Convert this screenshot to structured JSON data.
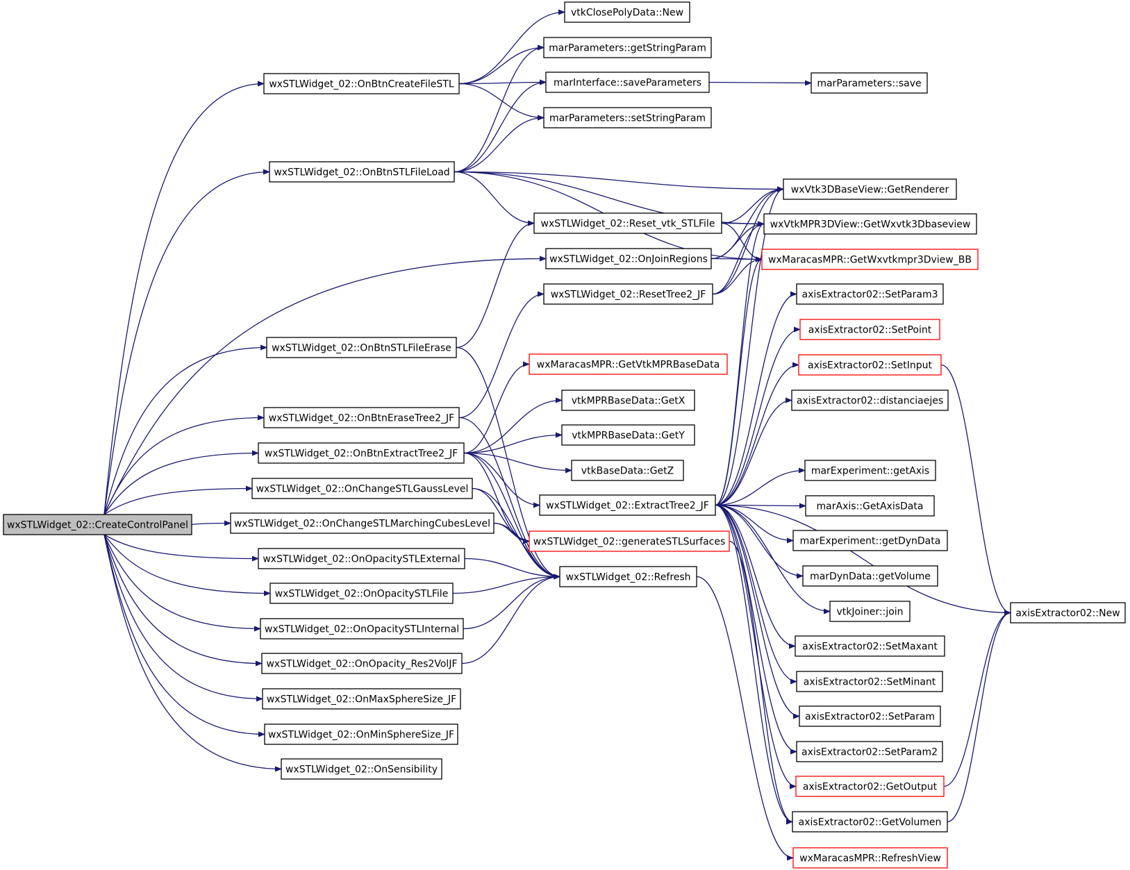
{
  "colors": {
    "edge": "#191970",
    "node_border": "#000000",
    "node_border_truncated": "#ff0000",
    "root_fill": "#bfbfbf",
    "node_fill": "#ffffff"
  },
  "nodes": [
    {
      "id": "root",
      "label": "wxSTLWidget_02::CreateControlPanel",
      "kind": "root"
    },
    {
      "id": "createFile",
      "label": "wxSTLWidget_02::OnBtnCreateFileSTL",
      "kind": "normal"
    },
    {
      "id": "fileLoad",
      "label": "wxSTLWidget_02::OnBtnSTLFileLoad",
      "kind": "normal"
    },
    {
      "id": "fileErase",
      "label": "wxSTLWidget_02::OnBtnSTLFileErase",
      "kind": "normal"
    },
    {
      "id": "eraseTree",
      "label": "wxSTLWidget_02::OnBtnEraseTree2_JF",
      "kind": "normal"
    },
    {
      "id": "extractBtn",
      "label": "wxSTLWidget_02::OnBtnExtractTree2_JF",
      "kind": "normal"
    },
    {
      "id": "gaussLevel",
      "label": "wxSTLWidget_02::OnChangeSTLGaussLevel",
      "kind": "normal"
    },
    {
      "id": "marchingLevel",
      "label": "wxSTLWidget_02::OnChangeSTLMarchingCubesLevel",
      "kind": "normal"
    },
    {
      "id": "opExternal",
      "label": "wxSTLWidget_02::OnOpacitySTLExternal",
      "kind": "normal"
    },
    {
      "id": "opFile",
      "label": "wxSTLWidget_02::OnOpacitySTLFile",
      "kind": "normal"
    },
    {
      "id": "opInternal",
      "label": "wxSTLWidget_02::OnOpacitySTLInternal",
      "kind": "normal"
    },
    {
      "id": "opRes2",
      "label": "wxSTLWidget_02::OnOpacity_Res2VolJF",
      "kind": "normal"
    },
    {
      "id": "maxSphere",
      "label": "wxSTLWidget_02::OnMaxSphereSize_JF",
      "kind": "normal"
    },
    {
      "id": "minSphere",
      "label": "wxSTLWidget_02::OnMinSphereSize_JF",
      "kind": "normal"
    },
    {
      "id": "sensibility",
      "label": "wxSTLWidget_02::OnSensibility",
      "kind": "normal"
    },
    {
      "id": "closePoly",
      "label": "vtkClosePolyData::New",
      "kind": "normal"
    },
    {
      "id": "getString",
      "label": "marParameters::getStringParam",
      "kind": "normal"
    },
    {
      "id": "saveParams",
      "label": "marInterface::saveParameters",
      "kind": "normal"
    },
    {
      "id": "setString",
      "label": "marParameters::setStringParam",
      "kind": "normal"
    },
    {
      "id": "paramSave",
      "label": "marParameters::save",
      "kind": "normal"
    },
    {
      "id": "resetVtk",
      "label": "wxSTLWidget_02::Reset_vtk_STLFile",
      "kind": "normal"
    },
    {
      "id": "joinRegions",
      "label": "wxSTLWidget_02::OnJoinRegions",
      "kind": "normal"
    },
    {
      "id": "resetTree",
      "label": "wxSTLWidget_02::ResetTree2_JF",
      "kind": "normal"
    },
    {
      "id": "getVtkMPR",
      "label": "wxMaracasMPR::GetVtkMPRBaseData",
      "kind": "truncated"
    },
    {
      "id": "getX",
      "label": "vtkMPRBaseData::GetX",
      "kind": "normal"
    },
    {
      "id": "getY",
      "label": "vtkMPRBaseData::GetY",
      "kind": "normal"
    },
    {
      "id": "getZ",
      "label": "vtkBaseData::GetZ",
      "kind": "normal"
    },
    {
      "id": "extractTree",
      "label": "wxSTLWidget_02::ExtractTree2_JF",
      "kind": "normal"
    },
    {
      "id": "genSurfaces",
      "label": "wxSTLWidget_02::generateSTLSurfaces",
      "kind": "truncated"
    },
    {
      "id": "refresh",
      "label": "wxSTLWidget_02::Refresh",
      "kind": "normal"
    },
    {
      "id": "getRenderer",
      "label": "wxVtk3DBaseView::GetRenderer",
      "kind": "normal"
    },
    {
      "id": "getWxvtk",
      "label": "wxVtkMPR3DView::GetWxvtk3Dbaseview",
      "kind": "normal"
    },
    {
      "id": "getWxvtkBB",
      "label": "wxMaracasMPR::GetWxvtkmpr3Dview_BB",
      "kind": "truncated"
    },
    {
      "id": "setParam3",
      "label": "axisExtractor02::SetParam3",
      "kind": "normal"
    },
    {
      "id": "setPoint",
      "label": "axisExtractor02::SetPoint",
      "kind": "truncated"
    },
    {
      "id": "setInput",
      "label": "axisExtractor02::SetInput",
      "kind": "truncated"
    },
    {
      "id": "distancia",
      "label": "axisExtractor02::distanciaejes",
      "kind": "normal"
    },
    {
      "id": "getAxis",
      "label": "marExperiment::getAxis",
      "kind": "normal"
    },
    {
      "id": "getAxisData",
      "label": "marAxis::GetAxisData",
      "kind": "normal"
    },
    {
      "id": "getDynData",
      "label": "marExperiment::getDynData",
      "kind": "normal"
    },
    {
      "id": "getVolume",
      "label": "marDynData::getVolume",
      "kind": "normal"
    },
    {
      "id": "join",
      "label": "vtkJoiner::join",
      "kind": "normal"
    },
    {
      "id": "setMaxant",
      "label": "axisExtractor02::SetMaxant",
      "kind": "normal"
    },
    {
      "id": "setMinant",
      "label": "axisExtractor02::SetMinant",
      "kind": "normal"
    },
    {
      "id": "setParam",
      "label": "axisExtractor02::SetParam",
      "kind": "normal"
    },
    {
      "id": "setParam2",
      "label": "axisExtractor02::SetParam2",
      "kind": "normal"
    },
    {
      "id": "getOutput",
      "label": "axisExtractor02::GetOutput",
      "kind": "truncated"
    },
    {
      "id": "getVolumen",
      "label": "axisExtractor02::GetVolumen",
      "kind": "normal"
    },
    {
      "id": "refreshView",
      "label": "wxMaracasMPR::RefreshView",
      "kind": "truncated"
    },
    {
      "id": "axisNew",
      "label": "axisExtractor02::New",
      "kind": "normal"
    }
  ],
  "edges": [
    [
      "root",
      "createFile"
    ],
    [
      "root",
      "fileLoad"
    ],
    [
      "root",
      "fileErase"
    ],
    [
      "root",
      "joinRegions"
    ],
    [
      "root",
      "eraseTree"
    ],
    [
      "root",
      "extractBtn"
    ],
    [
      "root",
      "gaussLevel"
    ],
    [
      "root",
      "marchingLevel"
    ],
    [
      "root",
      "opExternal"
    ],
    [
      "root",
      "opFile"
    ],
    [
      "root",
      "opInternal"
    ],
    [
      "root",
      "opRes2"
    ],
    [
      "root",
      "maxSphere"
    ],
    [
      "root",
      "minSphere"
    ],
    [
      "root",
      "sensibility"
    ],
    [
      "createFile",
      "closePoly"
    ],
    [
      "createFile",
      "getString"
    ],
    [
      "createFile",
      "saveParams"
    ],
    [
      "createFile",
      "setString"
    ],
    [
      "saveParams",
      "paramSave"
    ],
    [
      "fileLoad",
      "getString"
    ],
    [
      "fileLoad",
      "saveParams"
    ],
    [
      "fileLoad",
      "setString"
    ],
    [
      "fileLoad",
      "resetVtk"
    ],
    [
      "fileLoad",
      "getRenderer"
    ],
    [
      "fileLoad",
      "getWxvtk"
    ],
    [
      "fileLoad",
      "getWxvtkBB"
    ],
    [
      "fileErase",
      "resetVtk"
    ],
    [
      "fileErase",
      "refresh"
    ],
    [
      "eraseTree",
      "resetTree"
    ],
    [
      "eraseTree",
      "refresh"
    ],
    [
      "extractBtn",
      "getVtkMPR"
    ],
    [
      "extractBtn",
      "getX"
    ],
    [
      "extractBtn",
      "getY"
    ],
    [
      "extractBtn",
      "getZ"
    ],
    [
      "extractBtn",
      "extractTree"
    ],
    [
      "extractBtn",
      "genSurfaces"
    ],
    [
      "extractBtn",
      "refresh"
    ],
    [
      "gaussLevel",
      "genSurfaces"
    ],
    [
      "gaussLevel",
      "refresh"
    ],
    [
      "marchingLevel",
      "genSurfaces"
    ],
    [
      "marchingLevel",
      "refresh"
    ],
    [
      "opExternal",
      "refresh"
    ],
    [
      "opFile",
      "refresh"
    ],
    [
      "opInternal",
      "refresh"
    ],
    [
      "opRes2",
      "refresh"
    ],
    [
      "resetVtk",
      "getRenderer"
    ],
    [
      "resetVtk",
      "getWxvtk"
    ],
    [
      "resetVtk",
      "getWxvtkBB"
    ],
    [
      "joinRegions",
      "getRenderer"
    ],
    [
      "joinRegions",
      "getWxvtk"
    ],
    [
      "joinRegions",
      "getWxvtkBB"
    ],
    [
      "resetTree",
      "getRenderer"
    ],
    [
      "resetTree",
      "getWxvtk"
    ],
    [
      "resetTree",
      "getWxvtkBB"
    ],
    [
      "extractTree",
      "getRenderer"
    ],
    [
      "extractTree",
      "getWxvtk"
    ],
    [
      "extractTree",
      "getWxvtkBB"
    ],
    [
      "extractTree",
      "setParam3"
    ],
    [
      "extractTree",
      "setPoint"
    ],
    [
      "extractTree",
      "setInput"
    ],
    [
      "extractTree",
      "distancia"
    ],
    [
      "extractTree",
      "axisNew"
    ],
    [
      "extractTree",
      "getAxis"
    ],
    [
      "extractTree",
      "getAxisData"
    ],
    [
      "extractTree",
      "getDynData"
    ],
    [
      "extractTree",
      "getVolume"
    ],
    [
      "extractTree",
      "join"
    ],
    [
      "extractTree",
      "setMaxant"
    ],
    [
      "extractTree",
      "setMinant"
    ],
    [
      "extractTree",
      "setParam"
    ],
    [
      "extractTree",
      "setParam2"
    ],
    [
      "extractTree",
      "getOutput"
    ],
    [
      "extractTree",
      "getVolumen"
    ],
    [
      "genSurfaces",
      "getVolumen"
    ],
    [
      "refresh",
      "refreshView"
    ],
    [
      "setInput",
      "axisNew"
    ],
    [
      "getOutput",
      "axisNew"
    ],
    [
      "getVolumen",
      "axisNew"
    ]
  ]
}
